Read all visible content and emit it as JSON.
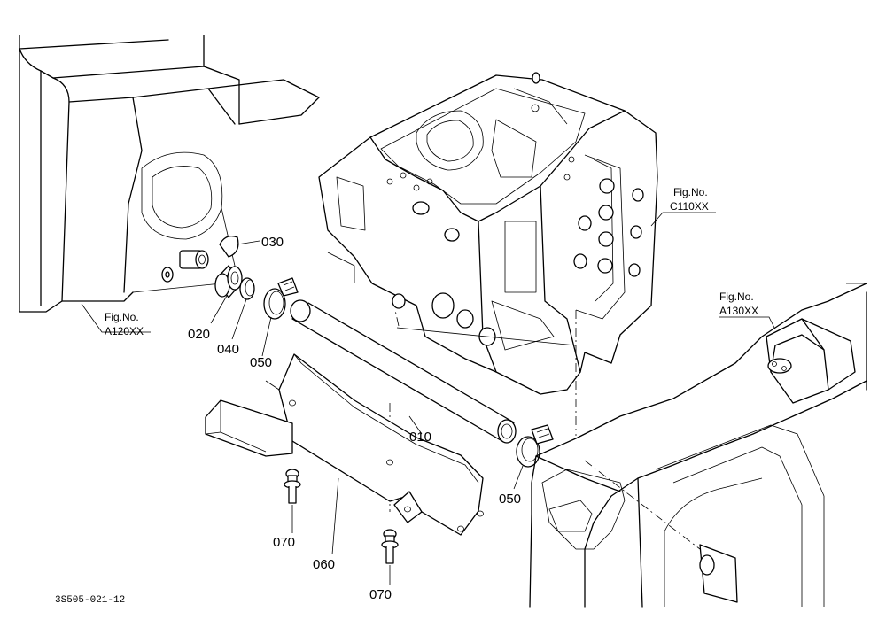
{
  "part_labels": [
    "010",
    "020",
    "030",
    "040",
    "050",
    "050",
    "060",
    "070",
    "070"
  ],
  "fig_refs": [
    {
      "prefix": "Fig.No.",
      "code": "A120XX"
    },
    {
      "prefix": "Fig.No.",
      "code": "C110XX"
    },
    {
      "prefix": "Fig.No.",
      "code": "A130XX"
    }
  ],
  "drawing_code": "3S505-021-12"
}
